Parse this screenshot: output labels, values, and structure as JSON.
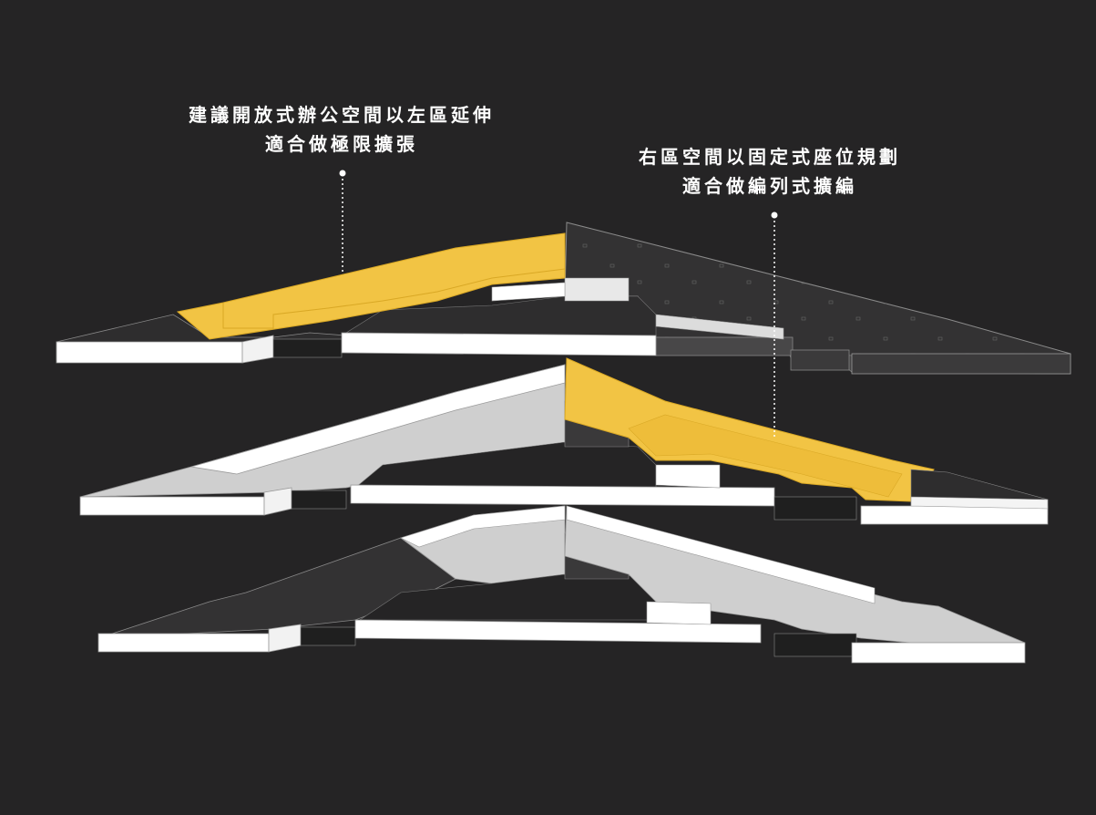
{
  "callouts": {
    "left": {
      "line1": "建議開放式辦公空間以左區延伸",
      "line2": "適合做極限擴張"
    },
    "right": {
      "line1": "右區空間以固定式座位規劃",
      "line2": "適合做編列式擴編"
    }
  },
  "colors": {
    "background": "#252425",
    "highlight": "#f2c444",
    "wall": "#ffffff",
    "dark_floor": "#333233",
    "light_floor": "#cfcfcf"
  }
}
